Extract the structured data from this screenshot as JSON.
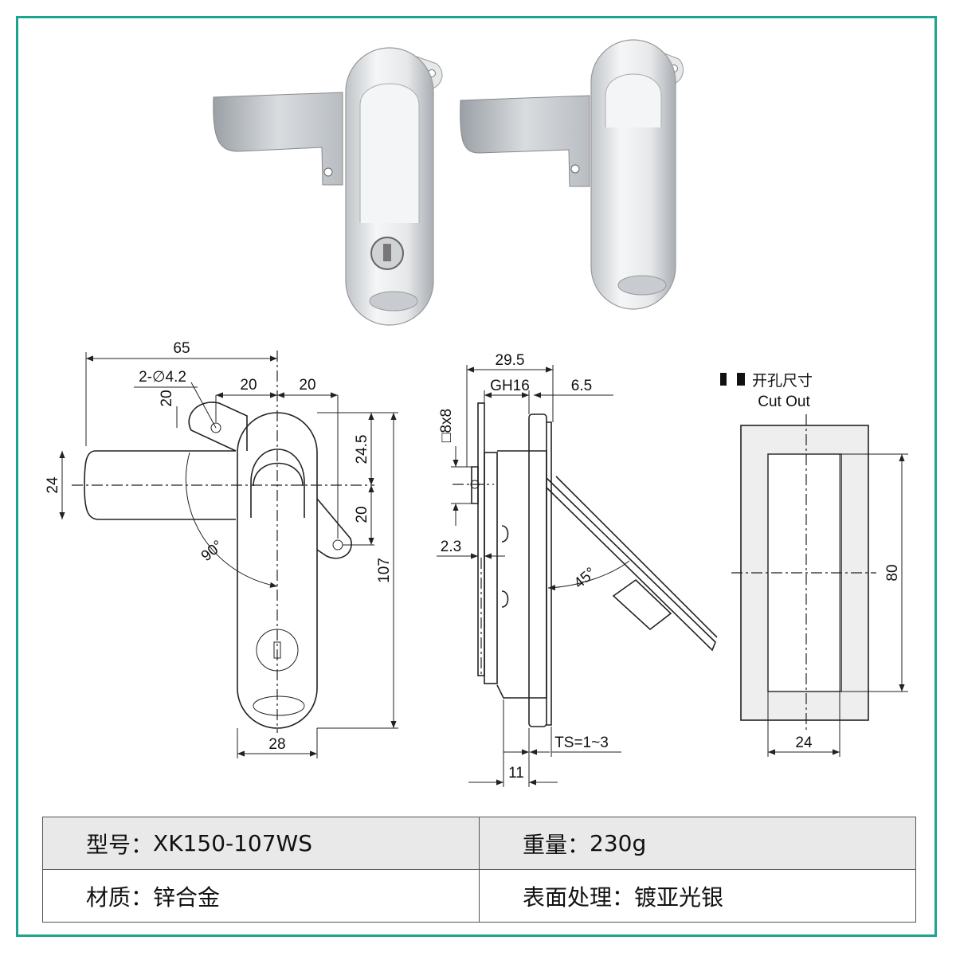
{
  "dimensions": {
    "front": {
      "width_total": "65",
      "holes": "2-∅4.2",
      "top_offset": "20",
      "hole_spacing_a": "20",
      "hole_spacing_b": "20",
      "height_upper": "24.5",
      "lower_hole": "20",
      "handle_height": "24",
      "total_height": "107",
      "body_width": "28",
      "rotation": "90°"
    },
    "side": {
      "depth": "29.5",
      "thread": "GH16",
      "lip": "6.5",
      "square": "□8x8",
      "plate": "2.3",
      "angle": "45°",
      "panel": "TS=1~3",
      "base": "11"
    },
    "cutout": {
      "title_cn": "开孔尺寸",
      "title_en": "Cut Out",
      "height": "80",
      "width": "24"
    }
  },
  "specs": {
    "model_label": "型号：",
    "model_value": "XK150-107WS",
    "weight_label": "重量：",
    "weight_value": "230g",
    "material_label": "材质：",
    "material_value": "锌合金",
    "finish_label": "表面处理：",
    "finish_value": "镀亚光银"
  },
  "colors": {
    "frame": "#1aa58c",
    "header_row": "#e9e9e9"
  }
}
